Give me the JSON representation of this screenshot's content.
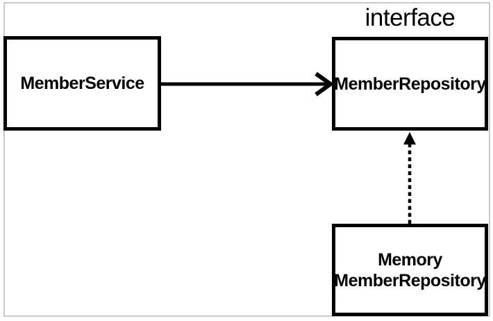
{
  "diagram": {
    "stereotype_label": "interface",
    "nodes": [
      {
        "id": "member-service",
        "label": "MemberService"
      },
      {
        "id": "member-repository",
        "label": "MemberRepository"
      },
      {
        "id": "memory-member-repository",
        "label_line1": "Memory",
        "label_line2": "MemberRepository"
      }
    ],
    "connections": [
      {
        "from": "MemberService",
        "to": "MemberRepository",
        "style": "solid-open-arrow",
        "meaning": "dependency"
      },
      {
        "from": "Memory MemberRepository",
        "to": "MemberRepository",
        "style": "dashed-filled-triangle-arrow",
        "meaning": "implements"
      }
    ],
    "colors": {
      "line": "#000000",
      "text": "#000000",
      "frame": "#c9c9c9",
      "background": "#ffffff"
    }
  }
}
